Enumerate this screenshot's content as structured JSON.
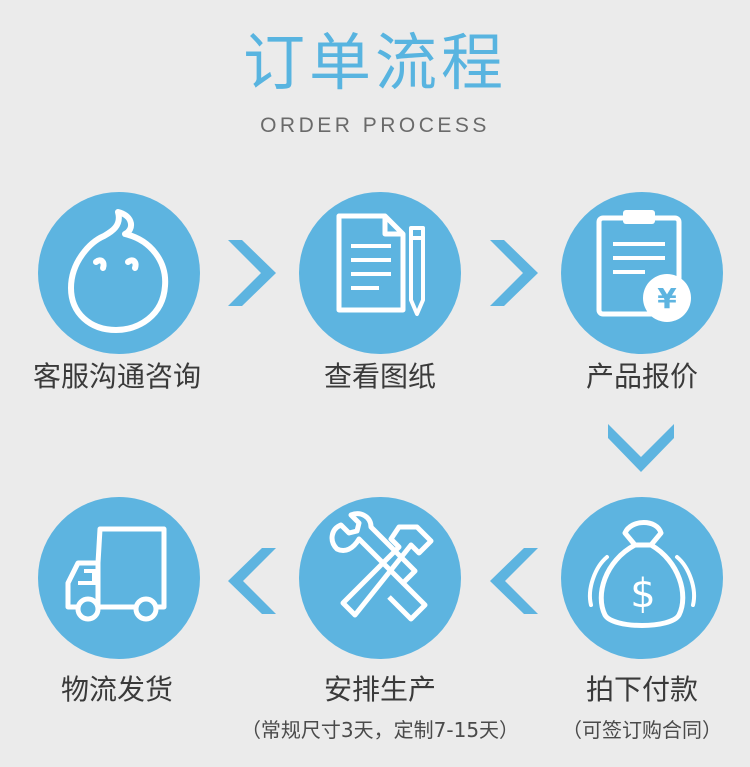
{
  "title": "订单流程",
  "subtitle": "ORDER PROCESS",
  "steps": [
    {
      "label": "客服沟通咨询",
      "icon": "chat-bubble-icon"
    },
    {
      "label": "查看图纸",
      "icon": "document-pen-icon"
    },
    {
      "label": "产品报价",
      "icon": "clipboard-yen-icon"
    },
    {
      "label": "拍下付款",
      "icon": "money-bag-icon",
      "note": "（可签订购合同）",
      "currency_symbol": "$"
    },
    {
      "label": "安排生产",
      "icon": "tools-icon",
      "note": "（常规尺寸3天，定制7-15天）"
    },
    {
      "label": "物流发货",
      "icon": "delivery-truck-icon"
    }
  ],
  "colors": {
    "background": "#ebebeb",
    "accent": "#5db4e0",
    "title": "#58b4e0",
    "text": "#3a3a3a"
  },
  "yen_symbol": "¥"
}
